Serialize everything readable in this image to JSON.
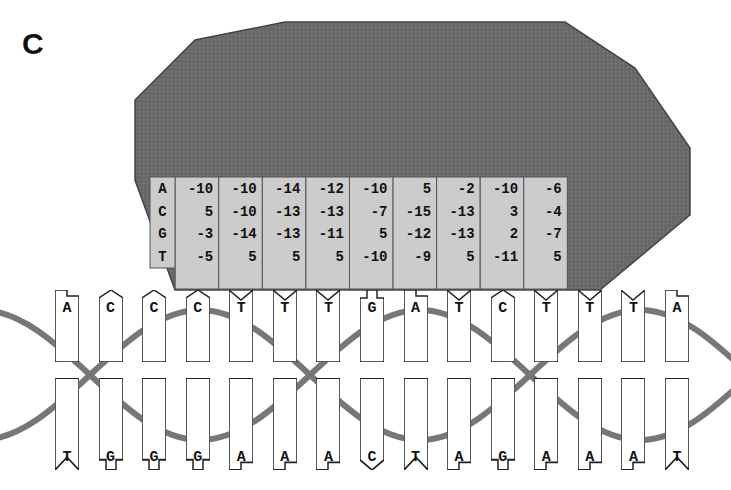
{
  "diagram": {
    "nodes": [
      {
        "text": [
          "A"
        ]
      },
      {
        "text": [
          "C"
        ]
      },
      {
        "text": [
          "C"
        ]
      },
      {
        "text": [
          "C"
        ]
      },
      {
        "text": [
          "T"
        ]
      },
      {
        "text": [
          "T"
        ]
      },
      {
        "text": [
          "T"
        ]
      },
      {
        "text": [
          "G"
        ]
      },
      {
        "text": [
          "A"
        ]
      },
      {
        "text": [
          "T"
        ]
      },
      {
        "text": [
          "C"
        ]
      },
      {
        "text": [
          "T"
        ]
      },
      {
        "text": [
          "T"
        ]
      },
      {
        "text": [
          "T"
        ]
      },
      {
        "text": [
          "A"
        ]
      },
      {
        "text": [
          "T"
        ]
      },
      {
        "text": [
          "G"
        ]
      },
      {
        "text": [
          "G"
        ]
      },
      {
        "text": [
          "G"
        ]
      },
      {
        "text": [
          "A"
        ]
      },
      {
        "text": [
          "A"
        ]
      },
      {
        "text": [
          "A"
        ]
      },
      {
        "text": [
          "C"
        ]
      },
      {
        "text": [
          "T"
        ]
      },
      {
        "text": [
          "A"
        ]
      },
      {
        "text": [
          "G"
        ]
      },
      {
        "text": [
          "A"
        ]
      },
      {
        "text": [
          "A"
        ]
      },
      {
        "text": [
          "A"
        ]
      },
      {
        "text": [
          "T"
        ]
      }
    ],
    "labels": [
      "C",
      "A",
      "-10",
      "-10",
      "-14",
      "-12",
      "-10",
      "5",
      "-2",
      "-10",
      "-6",
      "C",
      "5",
      "-10",
      "-13",
      "-13",
      "-7",
      "-15",
      "-13",
      "3",
      "-4",
      "G",
      "-3",
      "-14",
      "-13",
      "-11",
      "5",
      "-12",
      "-13",
      "2",
      "-7",
      "T",
      "-5",
      "5",
      "5",
      "5",
      "-10",
      "-9",
      "5",
      "-11",
      "5"
    ]
  }
}
